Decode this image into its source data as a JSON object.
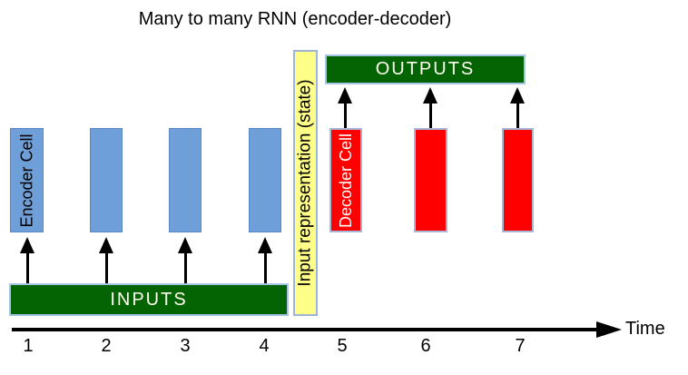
{
  "title": "Many to many RNN (encoder-decoder)",
  "encoder": {
    "cell_label": "Encoder Cell",
    "cell_count": 4
  },
  "decoder": {
    "cell_label": "Decoder Cell",
    "cell_count": 3
  },
  "state_bar": {
    "label": "Input representation (state)"
  },
  "inputs_bar": {
    "label": "INPUTS"
  },
  "outputs_bar": {
    "label": "OUTPUTS"
  },
  "axis": {
    "label": "Time",
    "ticks": [
      "1",
      "2",
      "3",
      "4",
      "5",
      "6",
      "7"
    ]
  },
  "colors": {
    "encoder_cell_fill": "#6f9fd8",
    "decoder_cell_fill": "#fe0000",
    "bar_green_fill": "#046404",
    "state_bar_fill": "#ffff88",
    "bar_text": "#fffff0",
    "light_border": "#a6c4e3",
    "arrow_black": "#000000",
    "background": "#ffffff"
  }
}
